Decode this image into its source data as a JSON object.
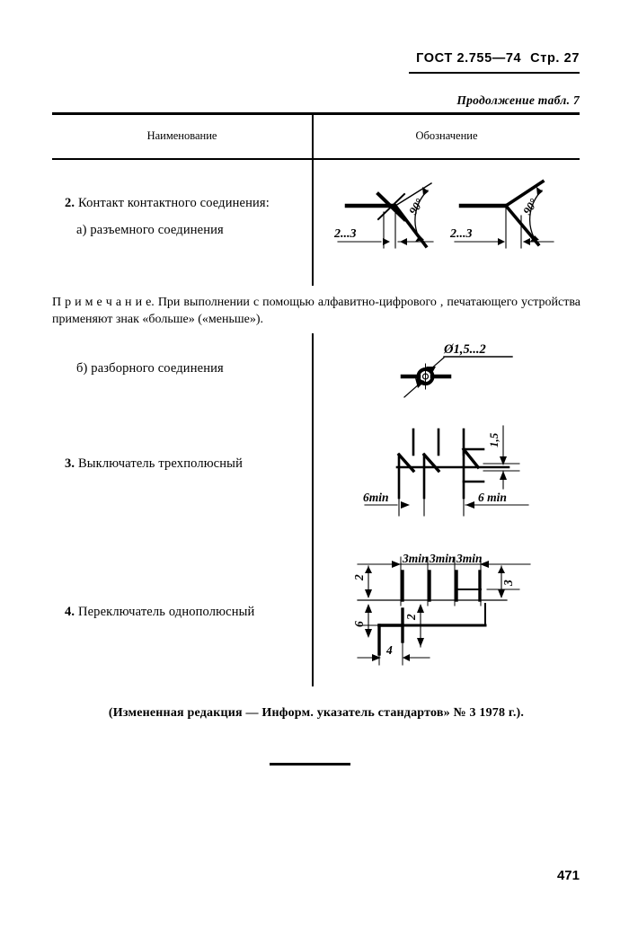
{
  "header": {
    "standard": "ГОСТ 2.755—74",
    "page_ref": "Стр. 27",
    "continuation": "Продолжение табл. 7"
  },
  "table": {
    "columns": {
      "name": "Наименование",
      "designation": "Обозначение"
    },
    "rows": [
      {
        "number": "2.",
        "label": "Контакт контактного соединения:",
        "sublabel": "а)  разъемного соединения"
      },
      {
        "number": "б)",
        "label": "разборного соединения"
      },
      {
        "number": "3.",
        "label": "Выключатель трехполюсный"
      },
      {
        "number": "4.",
        "label": "Переключатель однополюсный"
      }
    ]
  },
  "note": {
    "lead": "П р и м е ч а н и е.",
    "body": " При выполнении с помощью алфавитно-цифрового , печатающего устройства применяют знак «больше» («меньше»)."
  },
  "bottom_note": "(Измененная редакция — Информ. указатель стандартов» № 3 1978 г.).",
  "folio": "471",
  "figures": {
    "contact_detachable": {
      "name": "detachable-contact-symbols",
      "angle_label": "90°",
      "dimension_label": "2...3",
      "variants": 2
    },
    "contact_dismountable": {
      "name": "dismountable-contact-symbol",
      "diameter_label": "Ø1,5...2"
    },
    "switch_three_pole": {
      "name": "three-pole-switch-symbol",
      "spacing_left": "6min",
      "spacing_right": "6 min",
      "offset_label": "1,5"
    },
    "changeover_single_pole": {
      "name": "single-pole-changeover-switch-symbol",
      "spacing_labels": [
        "3min",
        "3min",
        "3min"
      ],
      "height_top": "2",
      "height_right": "3",
      "height_left": "6",
      "height_mid": "2",
      "width_bottom": "4"
    }
  },
  "colors": {
    "ink": "#000000",
    "paper": "#ffffff"
  }
}
